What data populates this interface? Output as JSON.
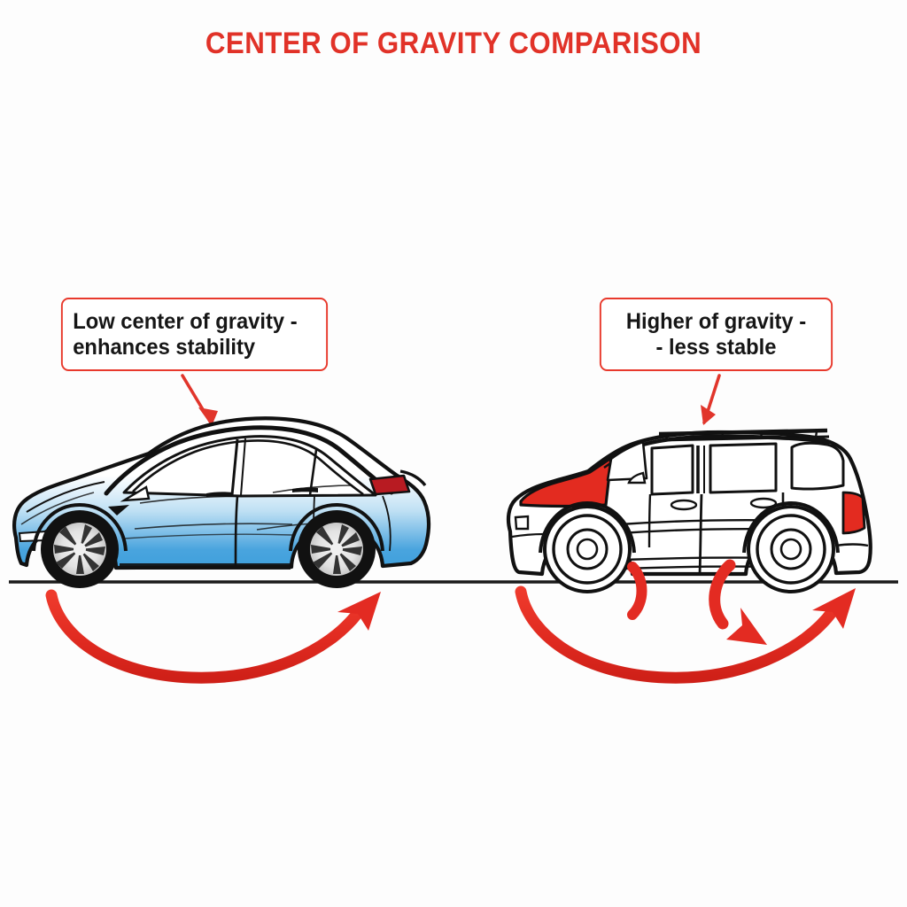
{
  "page": {
    "title": "CENTER OF GRAVITY COMPARISON",
    "background_color": "#fdfdfd",
    "accent_red": "#e13228",
    "outline_black": "#111111"
  },
  "callouts": {
    "left": {
      "line1": "Low center of gravity -",
      "line2": "enhances stability",
      "border_color": "#e8392c",
      "text_color": "#161616",
      "align": "left"
    },
    "right": {
      "line1": "Higher of gravity -",
      "line2": "- less stable",
      "border_color": "#e8392c",
      "text_color": "#161616",
      "align": "center"
    }
  },
  "vehicles": {
    "left": {
      "name": "sedan",
      "body_gradient_top": "#ffffff",
      "body_gradient_bottom": "#3fa0dc",
      "taillight_color": "#b81b22",
      "wheel_color": "#111111",
      "label": "low center of gravity vehicle"
    },
    "right": {
      "name": "suv",
      "body_color": "#ffffff",
      "front_fender_color": "#e32b20",
      "taillight_color": "#e32b20",
      "wheel_color": "#ffffff",
      "label": "higher center of gravity vehicle"
    }
  },
  "annotations": {
    "ground_line_color": "#1a1a1a",
    "pointer_arrow_color": "#e1352b",
    "sway_arrow_color": "#e32b22",
    "left_sway": "stable single sway arc",
    "right_sway": "unstable multi-arc sway with tipping arrows"
  },
  "chart_data": {
    "type": "diagram",
    "title": "CENTER OF GRAVITY COMPARISON",
    "comparison": [
      {
        "vehicle": "sedan",
        "center_of_gravity": "low",
        "stability": "enhanced",
        "caption": "Low center of gravity - enhances stability"
      },
      {
        "vehicle": "suv",
        "center_of_gravity": "higher",
        "stability": "less stable",
        "caption": "Higher of gravity - - less stable"
      }
    ]
  }
}
